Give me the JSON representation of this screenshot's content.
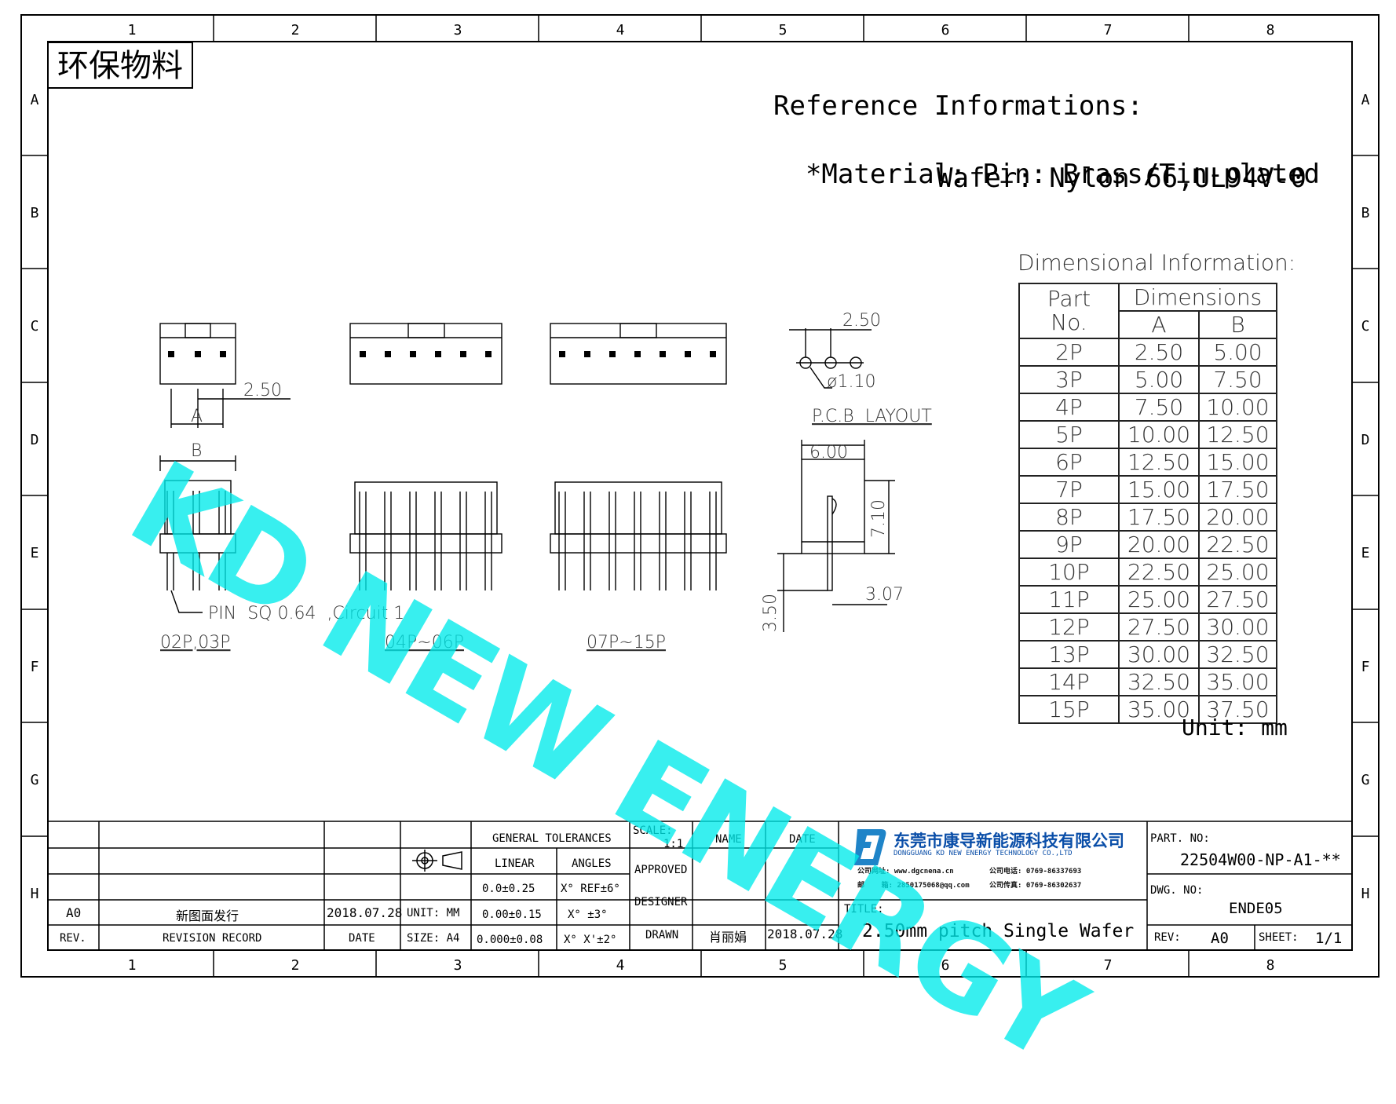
{
  "grid": {
    "columns": [
      "1",
      "2",
      "3",
      "4",
      "5",
      "6",
      "7",
      "8"
    ],
    "rows": [
      "A",
      "B",
      "C",
      "D",
      "E",
      "F",
      "G",
      "H"
    ]
  },
  "stamp": "环保物料",
  "reference": {
    "heading": "Reference Informations:",
    "material_label": "*Material:",
    "pin": "Pin: Brass/Tin-plated",
    "wafer": "Wafer: Nylon 66,UL94V-0"
  },
  "watermark": "KD NEW ENERGY",
  "dimensional": {
    "title": "Dimensional Information:",
    "header_part": "Part",
    "header_no": "No.",
    "header_dims": "Dimensions",
    "header_a": "A",
    "header_b": "B",
    "rows": [
      [
        "2P",
        "2.50",
        "5.00"
      ],
      [
        "3P",
        "5.00",
        "7.50"
      ],
      [
        "4P",
        "7.50",
        "10.00"
      ],
      [
        "5P",
        "10.00",
        "12.50"
      ],
      [
        "6P",
        "12.50",
        "15.00"
      ],
      [
        "7P",
        "15.00",
        "17.50"
      ],
      [
        "8P",
        "17.50",
        "20.00"
      ],
      [
        "9P",
        "20.00",
        "22.50"
      ],
      [
        "10P",
        "22.50",
        "25.00"
      ],
      [
        "11P",
        "25.00",
        "27.50"
      ],
      [
        "12P",
        "27.50",
        "30.00"
      ],
      [
        "13P",
        "30.00",
        "32.50"
      ],
      [
        "14P",
        "32.50",
        "35.00"
      ],
      [
        "15P",
        "35.00",
        "37.50"
      ]
    ],
    "unit": "Unit: mm"
  },
  "drawing": {
    "pitch": "2.50",
    "dim_a": "A",
    "dim_b": "B",
    "pin_note": "PIN  SQ 0.64  ,Circuit 1",
    "label_small": "02P,03P",
    "label_mid": "04P~06P",
    "label_large": "07P~15P",
    "pcb_pitch": "2.50",
    "pcb_hole": "ø1.10",
    "pcb_label": "P.C.B  LAYOUT",
    "side_width": "6.00",
    "side_height": "7.10",
    "side_pin": "3.50",
    "side_offset": "3.07"
  },
  "title_block": {
    "general_tolerances": "GENERAL TOLERANCES",
    "linear": "LINEAR",
    "angles": "ANGLES",
    "tol_linear": [
      "0.0±0.25",
      "0.00±0.15",
      "0.000±0.08"
    ],
    "tol_angles": [
      "X° REF±6°",
      "X° ±3°",
      "X° X'±2°"
    ],
    "scale_label": "SCALE:",
    "scale_value": "1:1",
    "name": "NAME",
    "date": "DATE",
    "approved": "APPROVED",
    "designer": "DESIGNER",
    "drawn": "DRAWN",
    "drawn_name": "肖丽娟",
    "drawn_date": "2018.07.28",
    "unit": "UNIT: MM",
    "size": "SIZE: A4",
    "rev_a0": "A0",
    "rev_note": "新图面发行",
    "rev_date": "2018.07.28",
    "rev_label": "REV.",
    "revision_record": "REVISION RECORD",
    "date_label": "DATE",
    "company_cn": "东莞市康导新能源科技有限公司",
    "company_en": "DONGGUANG KD NEW ENERGY TECHNOLOGY CO.,LTD",
    "company_web_label": "公司网址:",
    "company_web": "www.dgcnena.cn",
    "company_tel_label": "公司电话:",
    "company_tel": "0769-86337693",
    "company_mail_label": "邮    箱:",
    "company_mail": "2850175068@qq.com",
    "company_fax_label": "公司传真:",
    "company_fax": "0769-86302637",
    "title_label": "TITLE:",
    "title": "2.50mm pitch Single Wafer",
    "part_no_label": "PART. NO:",
    "part_no": "22504W00-NP-A1-**",
    "dwg_no_label": "DWG. NO:",
    "dwg_no": "ENDE05",
    "rev_field_label": "REV:",
    "rev_field": "A0",
    "sheet_label": "SHEET:",
    "sheet": "1/1"
  }
}
